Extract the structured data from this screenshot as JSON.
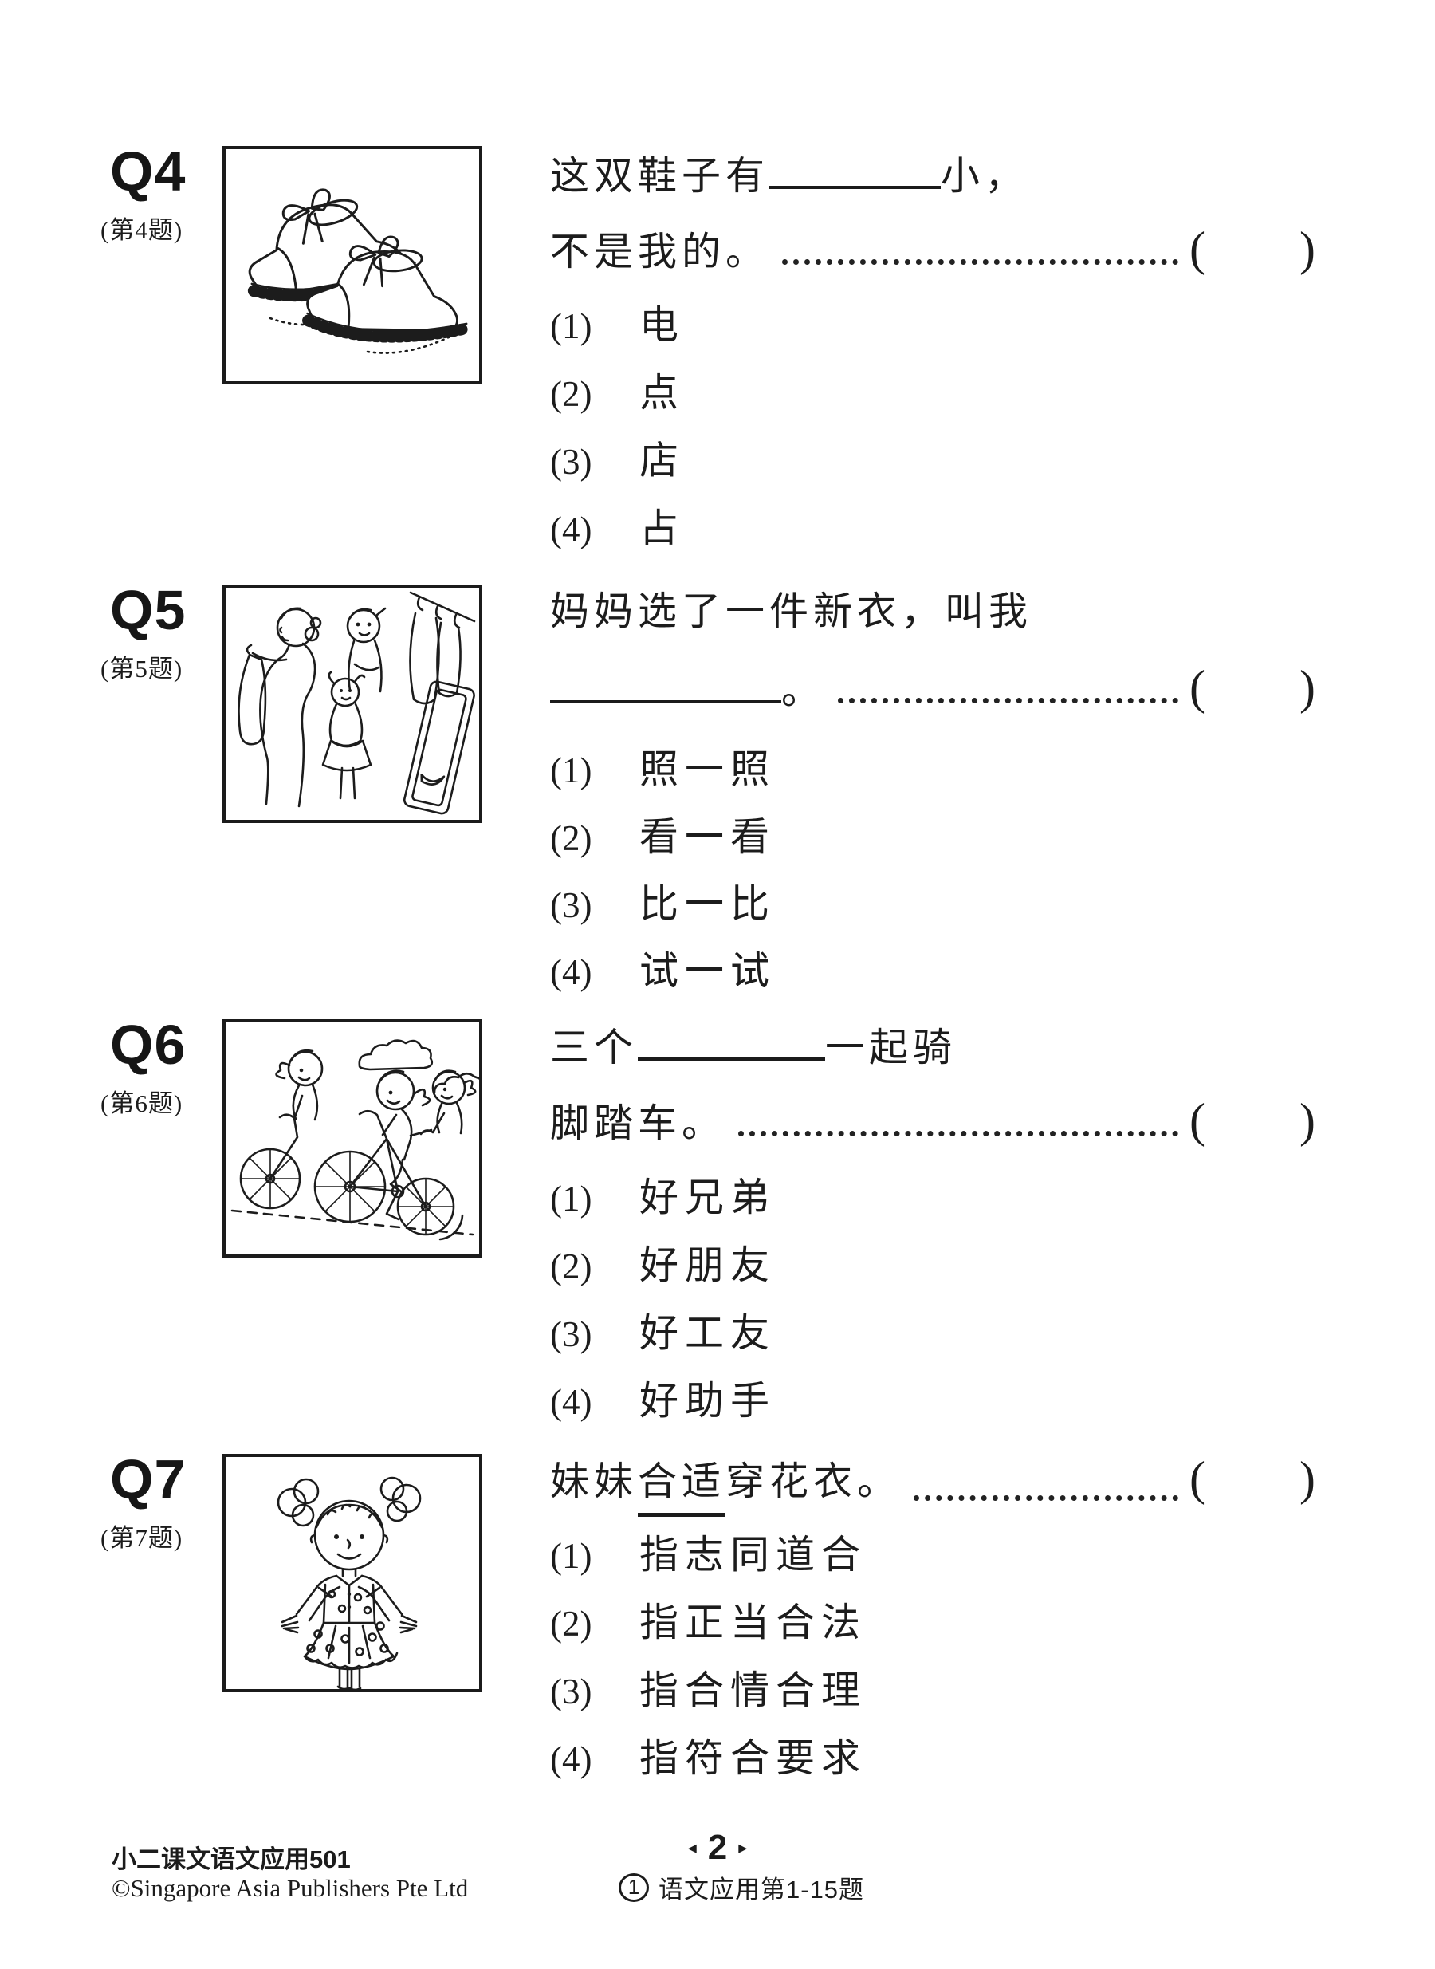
{
  "questions": [
    {
      "label": "Q4",
      "sublabel": "(第4题)",
      "illustration": "shoes",
      "stem_pre": "这双鞋子有",
      "stem_post": "小，",
      "stem_line2": "不是我的。",
      "bracket_open": "(",
      "bracket_close": ")",
      "options": [
        {
          "num": "(1)",
          "text": "电"
        },
        {
          "num": "(2)",
          "text": "点"
        },
        {
          "num": "(3)",
          "text": "店"
        },
        {
          "num": "(4)",
          "text": "占"
        }
      ]
    },
    {
      "label": "Q5",
      "sublabel": "(第5题)",
      "illustration": "dress-shopping",
      "stem_line1": "妈妈选了一件新衣，叫我",
      "stem_line2_post": "。",
      "bracket_open": "(",
      "bracket_close": ")",
      "options": [
        {
          "num": "(1)",
          "text": "照一照"
        },
        {
          "num": "(2)",
          "text": "看一看"
        },
        {
          "num": "(3)",
          "text": "比一比"
        },
        {
          "num": "(4)",
          "text": "试一试"
        }
      ]
    },
    {
      "label": "Q6",
      "sublabel": "(第6题)",
      "illustration": "children-cycling",
      "stem_pre": "三个",
      "stem_post": "一起骑",
      "stem_line2": "脚踏车。",
      "bracket_open": "(",
      "bracket_close": ")",
      "options": [
        {
          "num": "(1)",
          "text": "好兄弟"
        },
        {
          "num": "(2)",
          "text": "好朋友"
        },
        {
          "num": "(3)",
          "text": "好工友"
        },
        {
          "num": "(4)",
          "text": "好助手"
        }
      ]
    },
    {
      "label": "Q7",
      "sublabel": "(第7题)",
      "illustration": "girl-in-dress",
      "stem_pre": "妹妹",
      "stem_underlined": "合适",
      "stem_post": "穿花衣。",
      "bracket_open": "(",
      "bracket_close": ")",
      "options": [
        {
          "num": "(1)",
          "text": "指志同道合"
        },
        {
          "num": "(2)",
          "text": "指正当合法"
        },
        {
          "num": "(3)",
          "text": "指合情合理"
        },
        {
          "num": "(4)",
          "text": "指符合要求"
        }
      ]
    }
  ],
  "footer": {
    "book_title": "小二课文语文应用501",
    "publisher": "©Singapore Asia Publishers Pte Ltd",
    "page_prev_icon": "◂",
    "page_number": "2",
    "page_next_icon": "▸",
    "section_badge_number": "1",
    "section_text": "语文应用第1-15题"
  }
}
